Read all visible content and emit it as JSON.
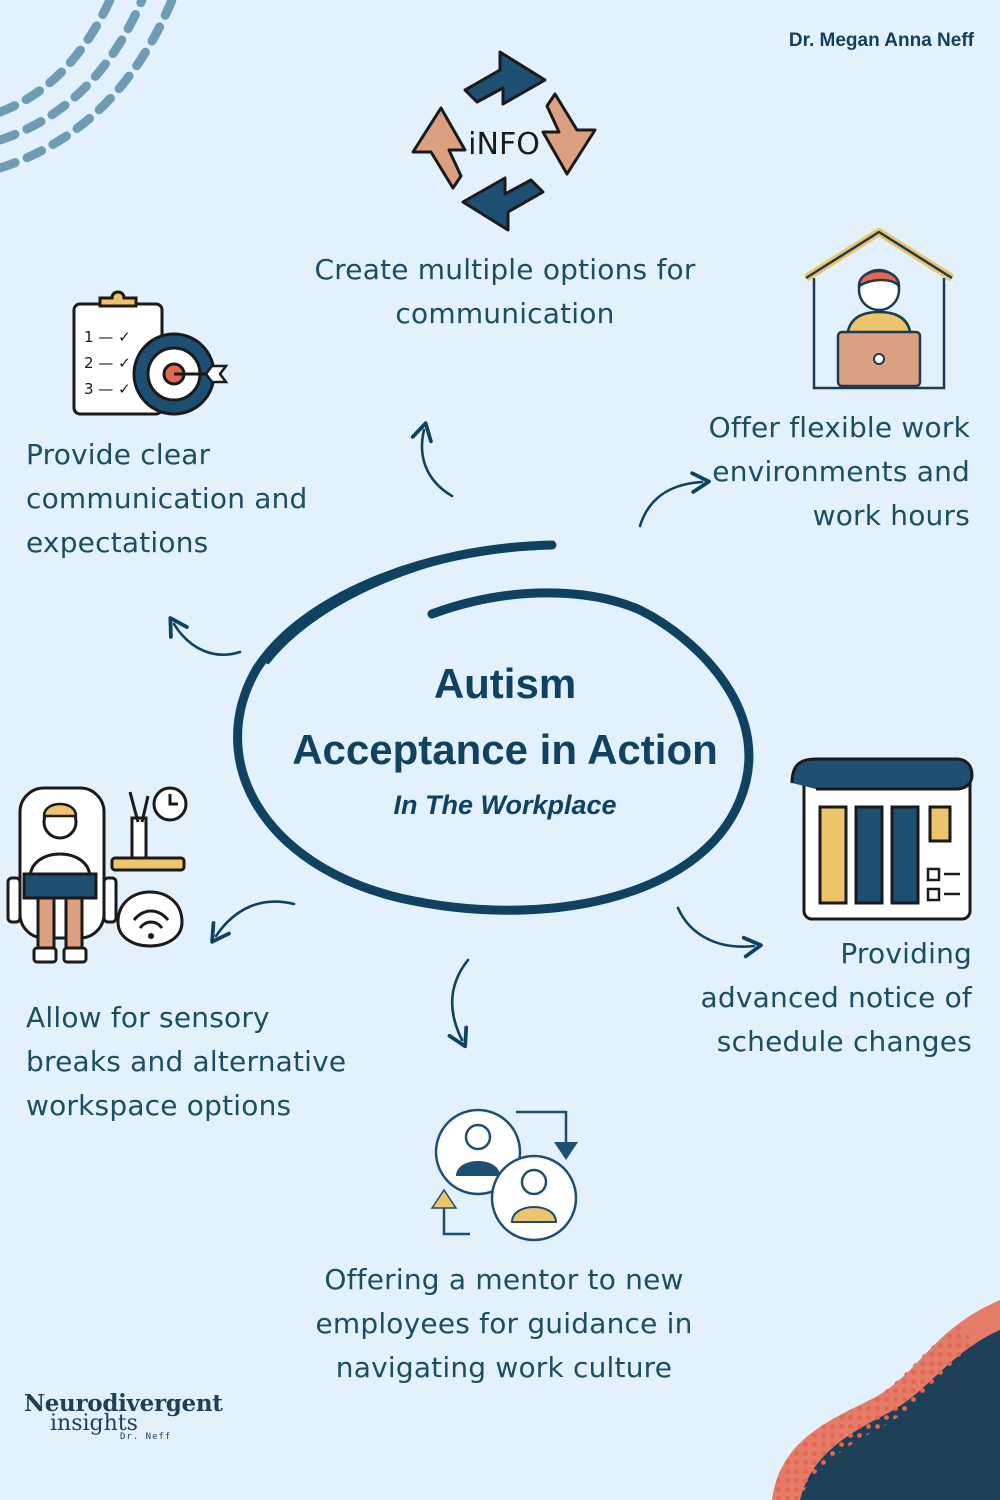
{
  "author": "Dr. Megan Anna Neff",
  "center": {
    "title_line1": "Autism",
    "title_line2": "Acceptance in Action",
    "subtitle": "In The Workplace"
  },
  "items": [
    {
      "text": "Create multiple options for communication",
      "icon": "info-cycle-arrows-icon"
    },
    {
      "text": "Offer flexible work environments and work hours",
      "icon": "person-at-home-laptop-icon"
    },
    {
      "text": "Providing advanced notice of schedule changes",
      "icon": "schedule-calendar-icon"
    },
    {
      "text": "Offering a mentor to new employees for guidance in navigating work culture",
      "icon": "mentor-exchange-icon"
    },
    {
      "text": "Allow for sensory breaks and alternative workspace options",
      "icon": "sensory-workspace-icon"
    },
    {
      "text": "Provide clear communication and expectations",
      "icon": "checklist-target-icon"
    }
  ],
  "logo": {
    "line1": "Neurodivergent",
    "line2": "insights",
    "tagline": "Dr. Neff"
  },
  "colors": {
    "background": "#e2f1fc",
    "navy": "#0f4160",
    "text": "#1d4d63",
    "peach": "#dba07f",
    "yellow": "#ebc46b",
    "coral": "#e4674f"
  }
}
